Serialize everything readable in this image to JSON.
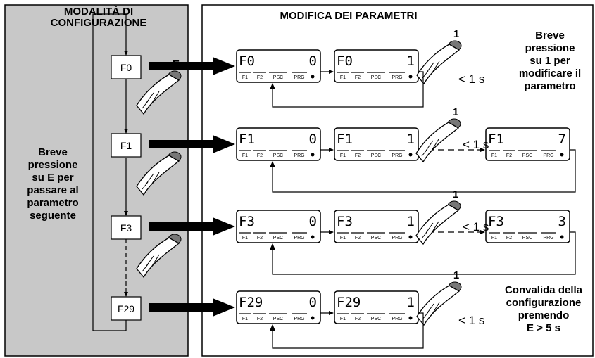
{
  "left_panel": {
    "title_line1": "MODALITÀ DI",
    "title_line2": "CONFIGURAZIONE",
    "note_lines": [
      "Breve",
      "pressione",
      "su E per",
      "passare al",
      "parametro",
      "seguente"
    ],
    "key_label": "E",
    "steps": [
      "F0",
      "F1",
      "F3",
      "F29"
    ]
  },
  "right_panel": {
    "title": "MODIFICA DEI PARAMETRI",
    "key_label": "1",
    "time_label": "< 1 s",
    "note_top_lines": [
      "Breve",
      "pressione",
      "su 1 per",
      "modificare il",
      "parametro"
    ],
    "note_bottom_lines": [
      "Convalida della",
      "configurazione",
      "premendo",
      "E > 5 s"
    ],
    "display_buttons": [
      "F1",
      "F2",
      "PSC",
      "PRG"
    ],
    "rows": [
      {
        "param": "F0",
        "values": [
          "0",
          "1"
        ]
      },
      {
        "param": "F1",
        "values": [
          "0",
          "1",
          "7"
        ]
      },
      {
        "param": "F3",
        "values": [
          "0",
          "1",
          "3"
        ]
      },
      {
        "param": "F29",
        "values": [
          "0",
          "1"
        ]
      }
    ]
  },
  "colors": {
    "panel_left": "#c8c8c8",
    "line": "#000000",
    "background": "#ffffff"
  }
}
